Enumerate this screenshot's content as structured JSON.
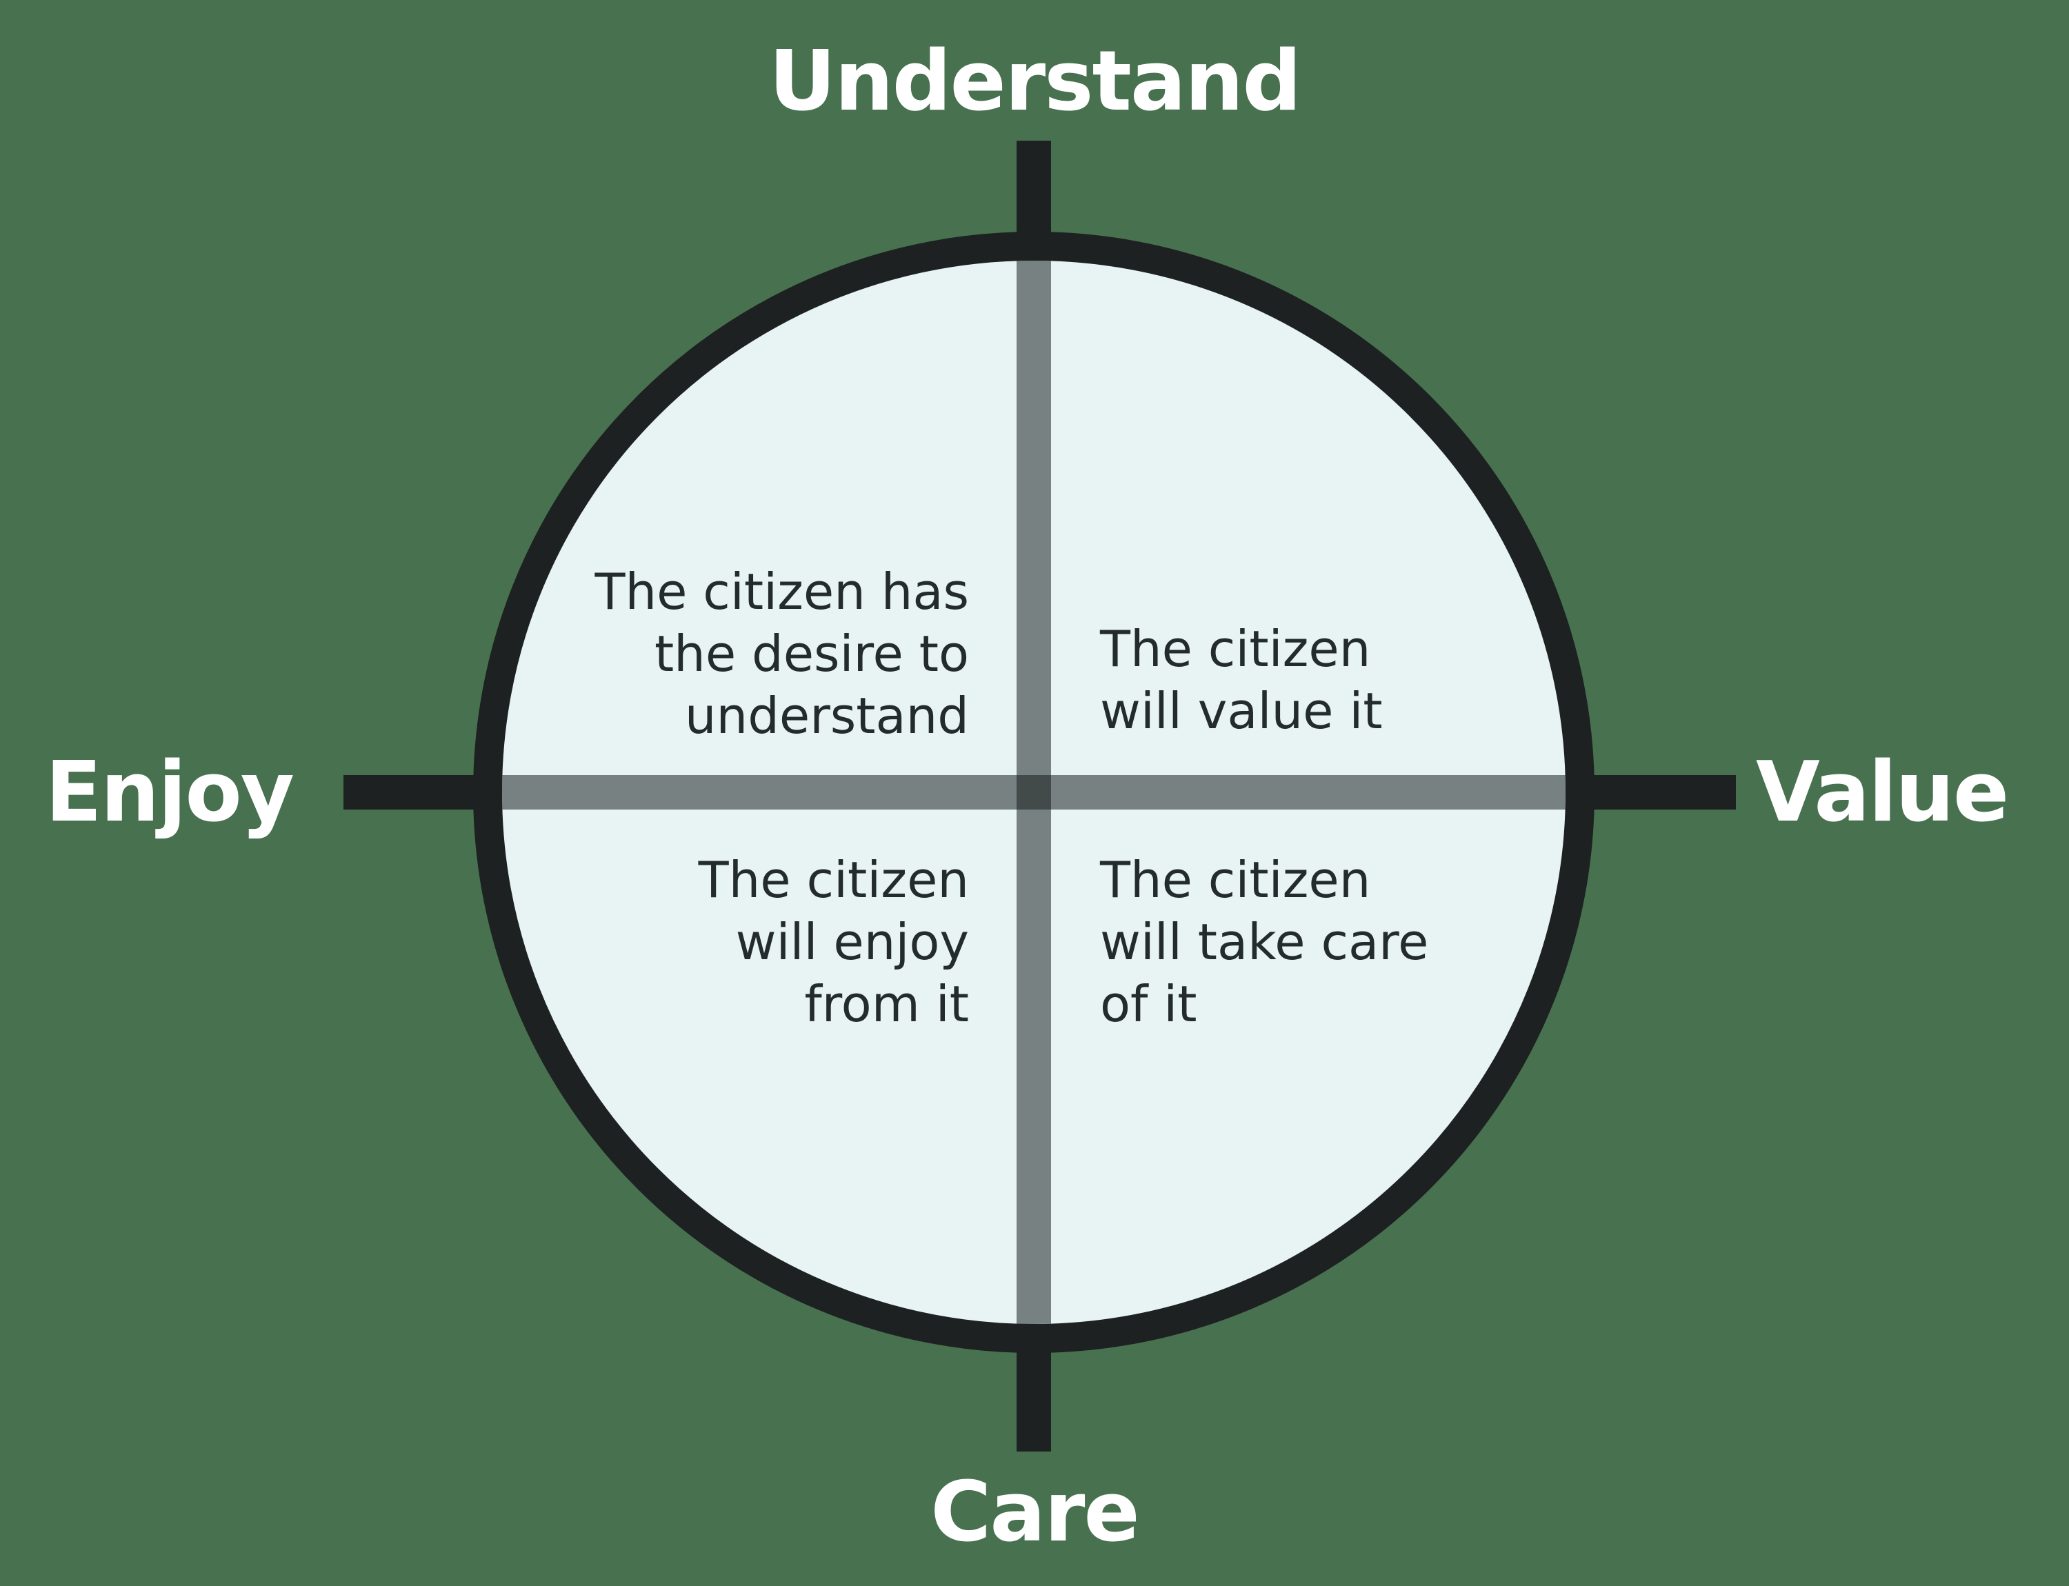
{
  "diagram": {
    "axis_labels": {
      "top": "Understand",
      "right": "Value",
      "bottom": "Care",
      "left": "Enjoy"
    },
    "quadrants": {
      "top_left": "The citizen has\nthe desire to\nunderstand",
      "top_right": "The citizen\nwill value it",
      "bottom_left": "The citizen\nwill enjoy\nfrom it",
      "bottom_right": "The citizen\nwill take care\nof it"
    },
    "colors": {
      "background": "#47714f",
      "circle_fill": "#e8f3f3",
      "line_black": "#1d2121",
      "bar_overlay": "rgba(18,24,24,0.52)",
      "label_text": "#ffffff",
      "quadrant_text": "#242b2c"
    }
  }
}
